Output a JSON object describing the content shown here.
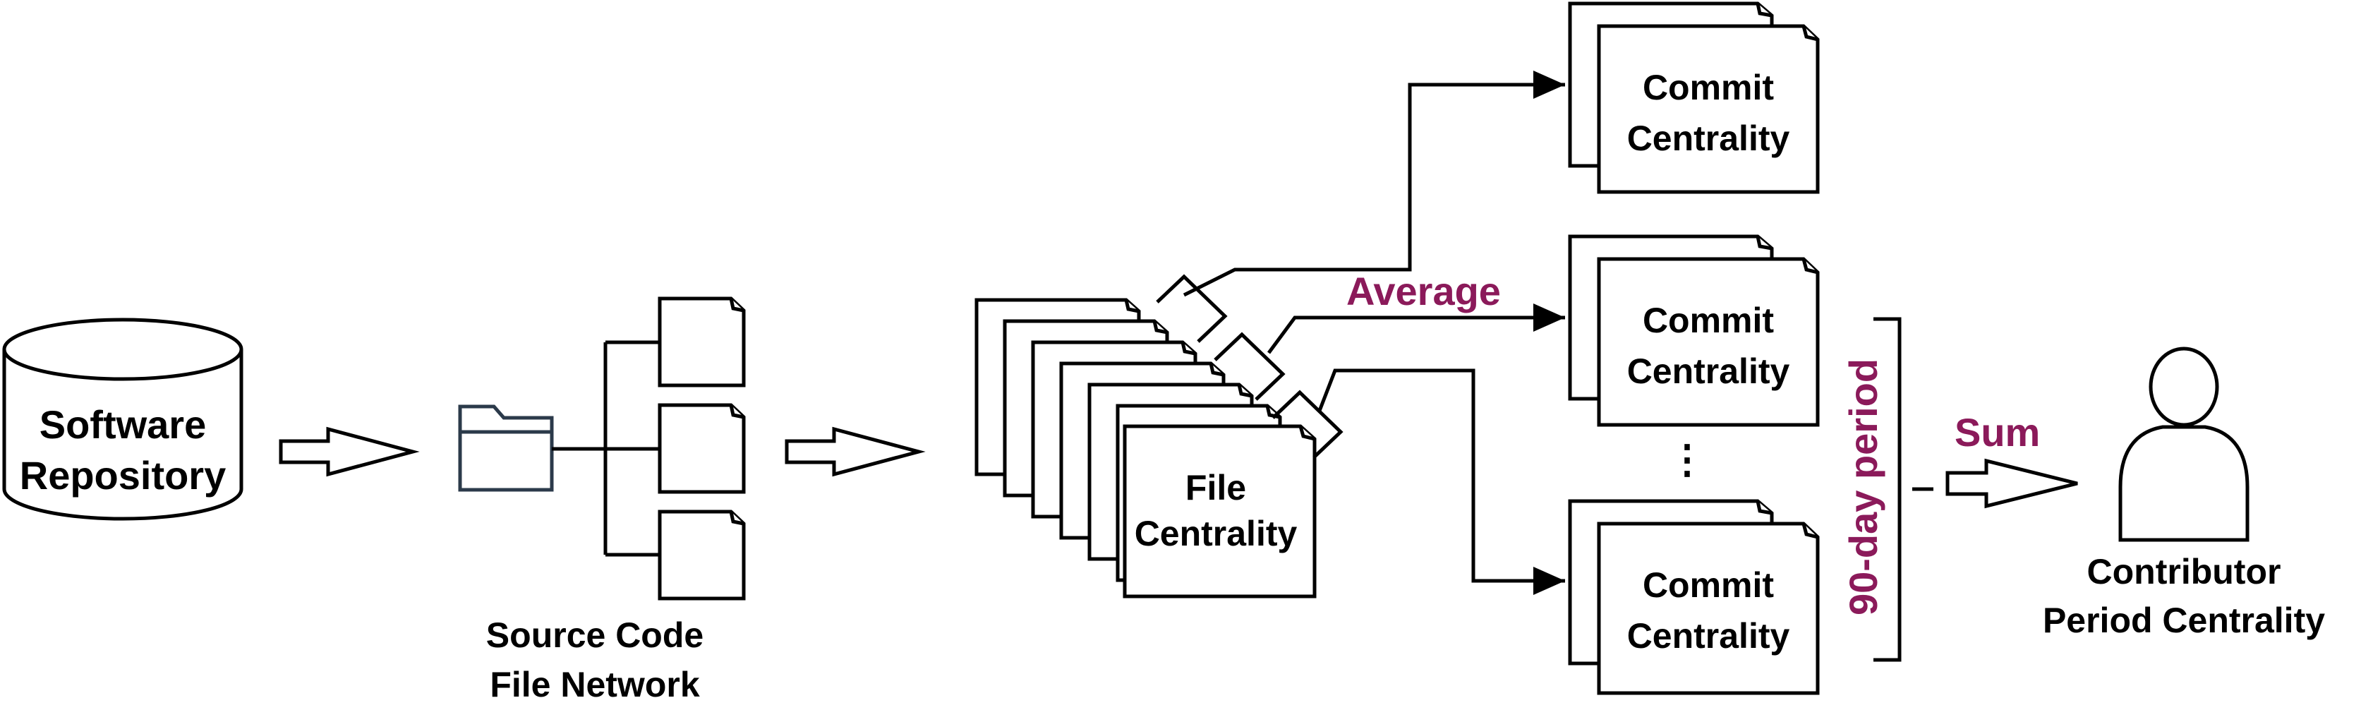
{
  "colors": {
    "accent": "#8B1A5A",
    "line": "#000000",
    "folder": "#2B3A4A"
  },
  "nodes": {
    "repository": {
      "line1": "Software",
      "line2": "Repository"
    },
    "file_network": {
      "line1": "Source Code",
      "line2": "File Network"
    },
    "file_centrality": {
      "line1": "File",
      "line2": "Centrality"
    },
    "commit_1": {
      "line1": "Commit",
      "line2": "Centrality"
    },
    "commit_2": {
      "line1": "Commit",
      "line2": "Centrality"
    },
    "commit_3": {
      "line1": "Commit",
      "line2": "Centrality"
    },
    "ellipsis": "⋮",
    "contributor": {
      "line1": "Contributor",
      "line2": "Period Centrality"
    }
  },
  "labels": {
    "average": "Average",
    "period": "90-day period",
    "sum": "Sum"
  },
  "icons": [
    "database-icon",
    "folder-icon",
    "document-icon",
    "person-icon",
    "hollow-arrow-icon"
  ]
}
